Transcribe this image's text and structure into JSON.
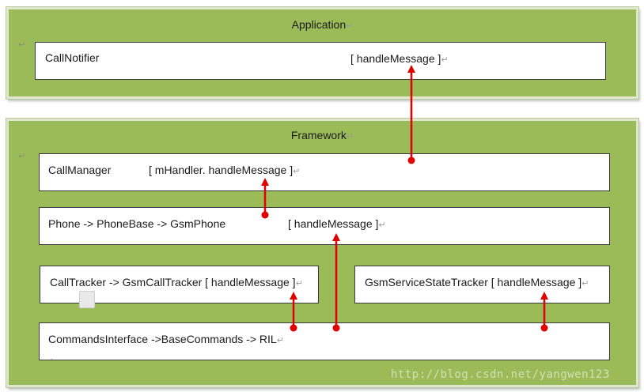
{
  "application": {
    "title": "Application",
    "call_notifier": {
      "name": "CallNotifier",
      "method": "[ handleMessage ]"
    }
  },
  "framework": {
    "title": "Framework",
    "call_manager": {
      "name": "CallManager",
      "method": "[ mHandler. handleMessage ]"
    },
    "phone": {
      "name": "Phone -> PhoneBase -> GsmPhone",
      "method": "[ handleMessage ]"
    },
    "call_tracker": {
      "label": "CallTracker -> GsmCallTracker [ handleMessage ]"
    },
    "service_state_tracker": {
      "label": "GsmServiceStateTracker [ handleMessage ]"
    },
    "commands_interface": {
      "label": "CommandsInterface ->BaseCommands -> RIL"
    }
  },
  "para_mark": "↵",
  "watermark": "http://blog.csdn.net/yangwen123",
  "colors": {
    "panel_fill": "#9bbb59",
    "arrow": "#e00000",
    "box_fill": "#ffffff"
  }
}
